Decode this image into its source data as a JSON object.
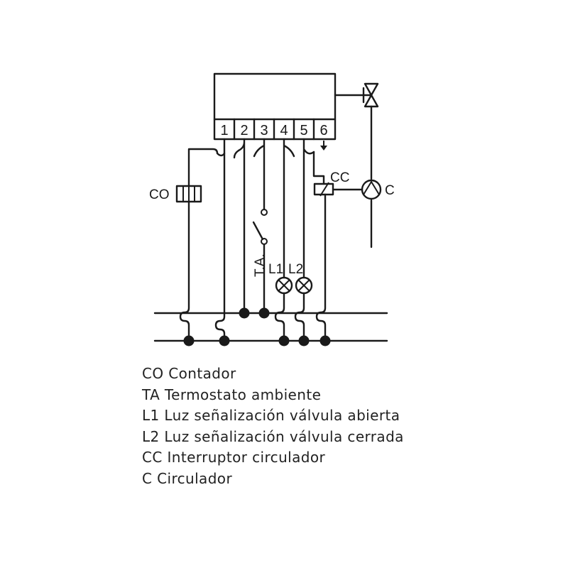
{
  "terminals": [
    "1",
    "2",
    "3",
    "4",
    "5",
    "6"
  ],
  "labels": {
    "co": "CO",
    "cc": "CC",
    "c": "C",
    "ta": "T.A.",
    "l1": "L1",
    "l2": "L2"
  },
  "legend": [
    "CO Contador",
    "TA Termostato ambiente",
    "L1 Luz señalización válvula abierta",
    "L2 Luz señalización válvula cerrada",
    "CC Interruptor circulador",
    "C Circulador"
  ]
}
